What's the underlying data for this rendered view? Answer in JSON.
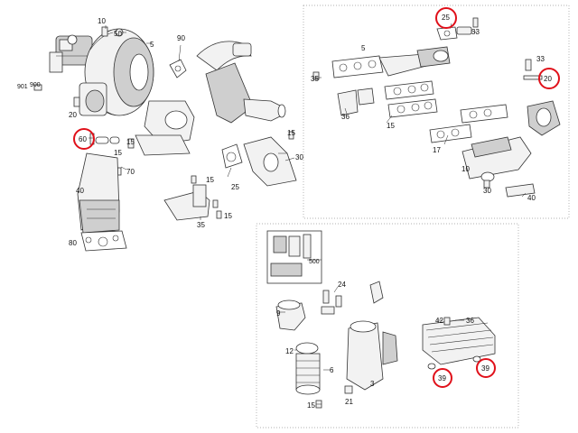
{
  "diagram": {
    "highlight_color": "#e0101a",
    "turbo_group": {
      "labels": [
        "10",
        "5",
        "50",
        "90",
        "901",
        "900",
        "20",
        "60",
        "15",
        "70",
        "40",
        "80",
        "15",
        "25",
        "15",
        "35",
        "15",
        "30",
        "15"
      ]
    },
    "exhaust_group": {
      "labels": [
        "25",
        "33",
        "5",
        "35",
        "36",
        "15",
        "33",
        "20",
        "17",
        "10",
        "30",
        "40"
      ]
    },
    "oil_group": {
      "labels": [
        "500",
        "24",
        "9",
        "42",
        "36",
        "12",
        "6",
        "15",
        "21",
        "3",
        "39",
        "39"
      ]
    },
    "highlighted": [
      "60",
      "25",
      "20",
      "39",
      "39"
    ]
  }
}
